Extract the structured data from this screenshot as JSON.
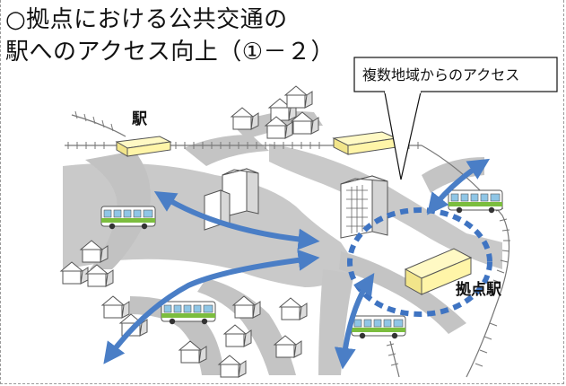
{
  "title": {
    "line1": "○拠点における公共交通の",
    "line2": "駅へのアクセス向上（①－２）"
  },
  "labels": {
    "station": "駅",
    "hub_station": "拠点駅",
    "callout": "複数地域からのアクセス"
  },
  "colors": {
    "arrow": "#4a7ec6",
    "hub_circle": "#3f74c2",
    "station_building": "#fff5a8",
    "road": "#bdbdbd",
    "bus_body": "#ffffff",
    "bus_accent": "#7bbd3e"
  },
  "icons": [
    "station-building-icon",
    "bus-icon",
    "house-icon",
    "building-icon",
    "double-arrow-icon"
  ]
}
